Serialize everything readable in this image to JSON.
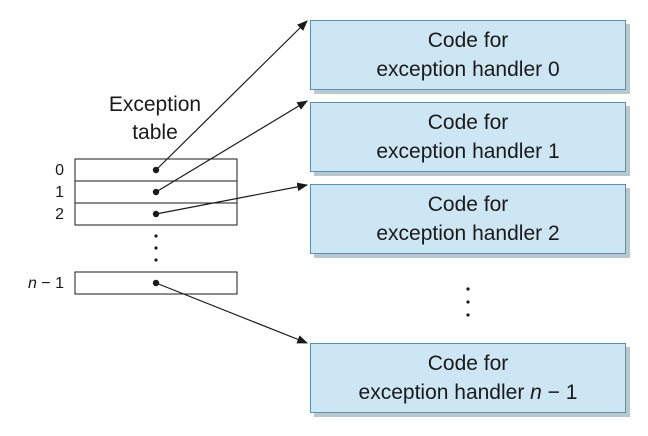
{
  "exception_table": {
    "title_line1": "Exception",
    "title_line2": "table",
    "indices": [
      "0",
      "1",
      "2"
    ],
    "last_index_var": "n",
    "last_index_suffix": " − 1"
  },
  "handlers": [
    {
      "line1": "Code for",
      "line2": "exception handler 0"
    },
    {
      "line1": "Code for",
      "line2": "exception handler 1"
    },
    {
      "line1": "Code for",
      "line2": "exception handler 2"
    }
  ],
  "last_handler": {
    "line1": "Code for",
    "line2_prefix": "exception handler ",
    "line2_var": "n",
    "line2_suffix": " − 1"
  },
  "colors": {
    "handler_fill": "#cde6f3",
    "handler_border": "#5a8fb0",
    "shadow": "#b9c7cf",
    "line": "#1a1a1a"
  }
}
